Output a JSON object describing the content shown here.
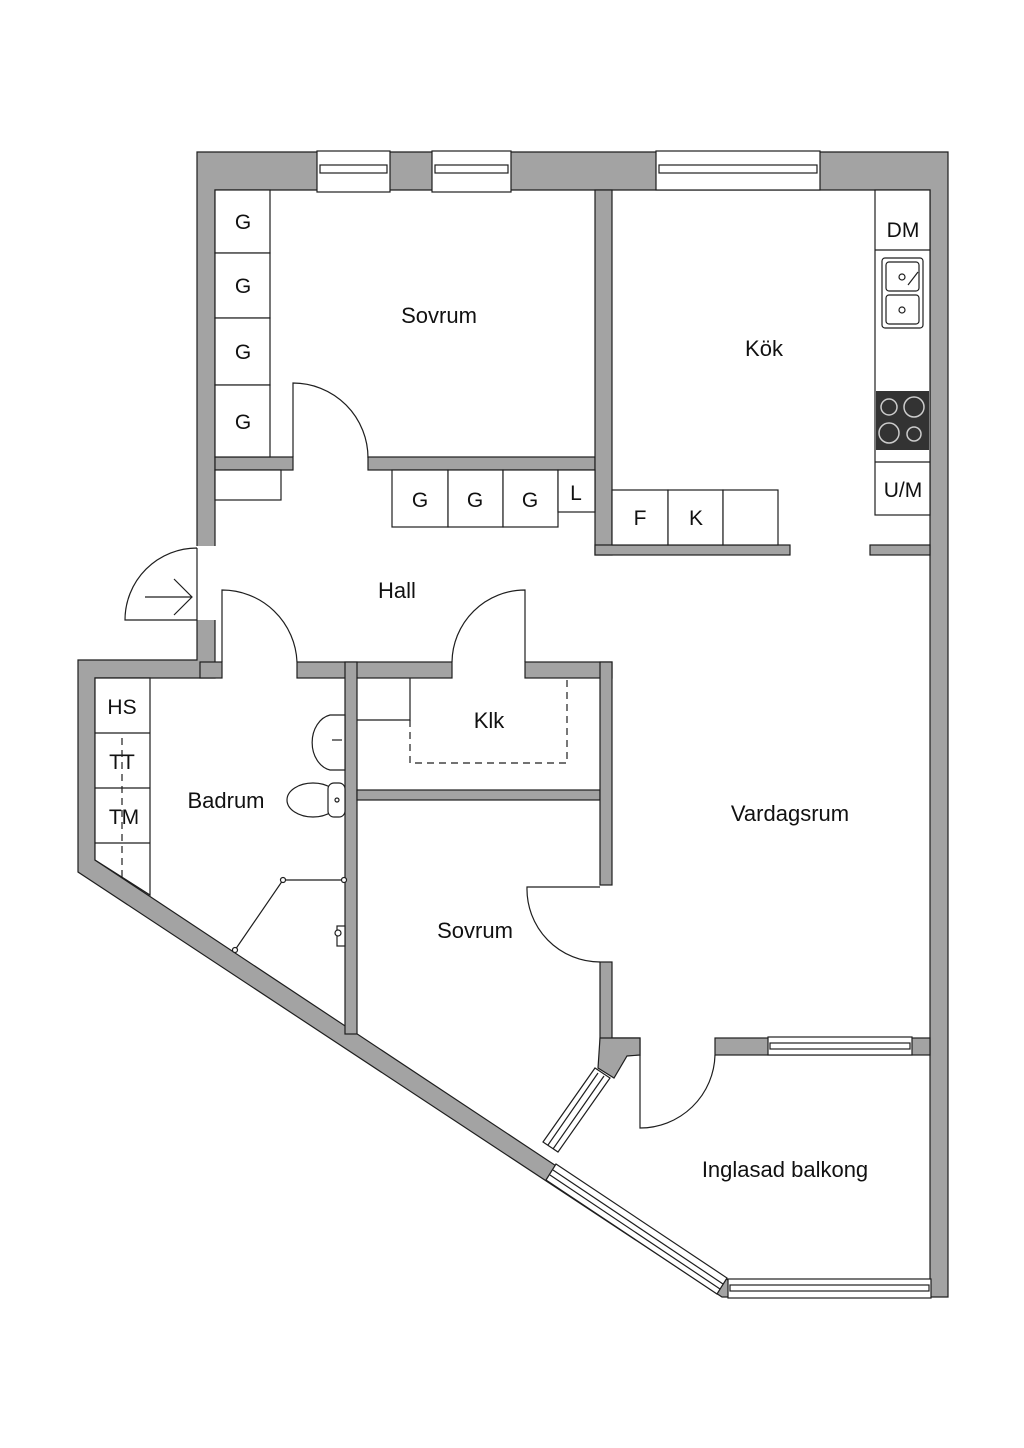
{
  "rooms": {
    "sovrum_top": "Sovrum",
    "kok": "Kök",
    "hall": "Hall",
    "klk": "Klk",
    "badrum": "Badrum",
    "vardagsrum": "Vardagsrum",
    "sovrum_bottom": "Sovrum",
    "balkong": "Inglasad balkong"
  },
  "fixtures": {
    "wardrobes_left": [
      "G",
      "G",
      "G",
      "G"
    ],
    "wardrobes_hall": [
      "G",
      "G",
      "G",
      "L"
    ],
    "kitchen_units": [
      "F",
      "K"
    ],
    "kitchen_dm": "DM",
    "kitchen_um": "U/M",
    "bath_units": [
      "HS",
      "TT",
      "TM"
    ]
  },
  "colors": {
    "wall": "#a3a3a3",
    "line": "#1e1e1e"
  }
}
